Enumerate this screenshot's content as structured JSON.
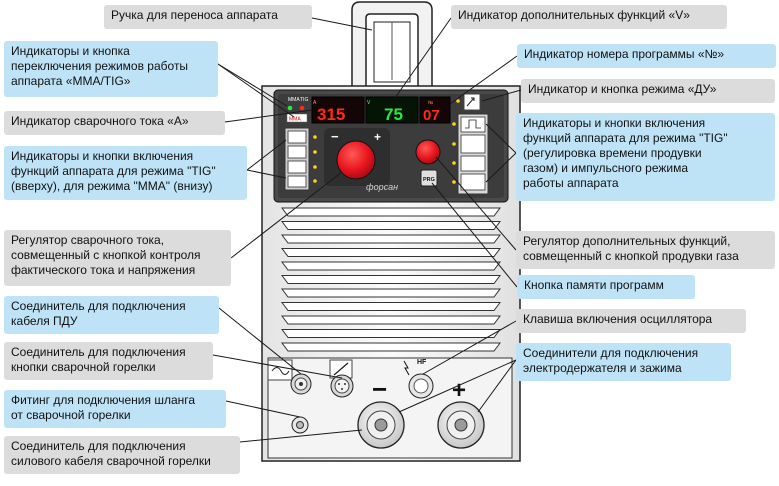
{
  "callouts": {
    "handle": "Ручка для переноса аппарата",
    "mode_mma_tig": "Индикаторы и кнопка\nпереключения режимов работы\nаппарата «MMA/TIG»",
    "current_indicator": "Индикатор сварочного тока «А»",
    "tig_mma_functions": "Индикаторы и кнопки включения\nфункций аппарата для режима \"TIG\"\n(вверху), для режима \"MMA\" (внизу)",
    "current_regulator": "Регулятор сварочного тока,\nсовмещенный с кнопкой контроля\nфактического тока и напряжения",
    "pdu_connector": "Соединитель для подключения\nкабеля ПДУ",
    "torch_button_connector": "Соединитель для подключения\nкнопки сварочной горелки",
    "gas_fitting": "Фитинг для подключения шланга\nот сварочной горелки",
    "power_cable_connector": "Соединитель для подключения\nсилового кабеля сварочной горелки",
    "v_indicator": "Индикатор дополнительных функций «V»",
    "program_indicator": "Индикатор номера программы «№»",
    "du_mode": "Индикатор и кнопка режима «ДУ»",
    "tig_mode_buttons": "Индикаторы и кнопки включения\nфункций аппарата для режима \"TIG\"\n(регулировка времени продувки\nгазом) и импульсного режима\nработы аппарата",
    "extra_regulator": "Регулятор дополнительных функций,\nсовмещенный с кнопкой продувки газа",
    "memory_button": "Кнопка памяти программ",
    "oscillator_key": "Клавиша включения осциллятора",
    "electrode_connectors": "Соединители для подключения\nэлектродержателя и зажима"
  },
  "panel": {
    "mode_top_label": "MMA",
    "mode_top_label2": "TIG",
    "mma_badge": "MMA",
    "display_a_unit": "A",
    "display_a": "315",
    "display_v_unit": "V",
    "display_v": "75",
    "display_no_unit": "№",
    "display_no": "07",
    "brand": "форсан",
    "prg_button": "PRG",
    "hf_label": "HF",
    "minus": "−",
    "plus": "+"
  },
  "colors": {
    "gray_box": "#dcdcdc",
    "blue_box": "#bfe3f6",
    "knob_red": "#e8141e",
    "led_red": "#ff2a18",
    "led_green": "#28e83c",
    "led_yellow": "#ffd21f"
  }
}
